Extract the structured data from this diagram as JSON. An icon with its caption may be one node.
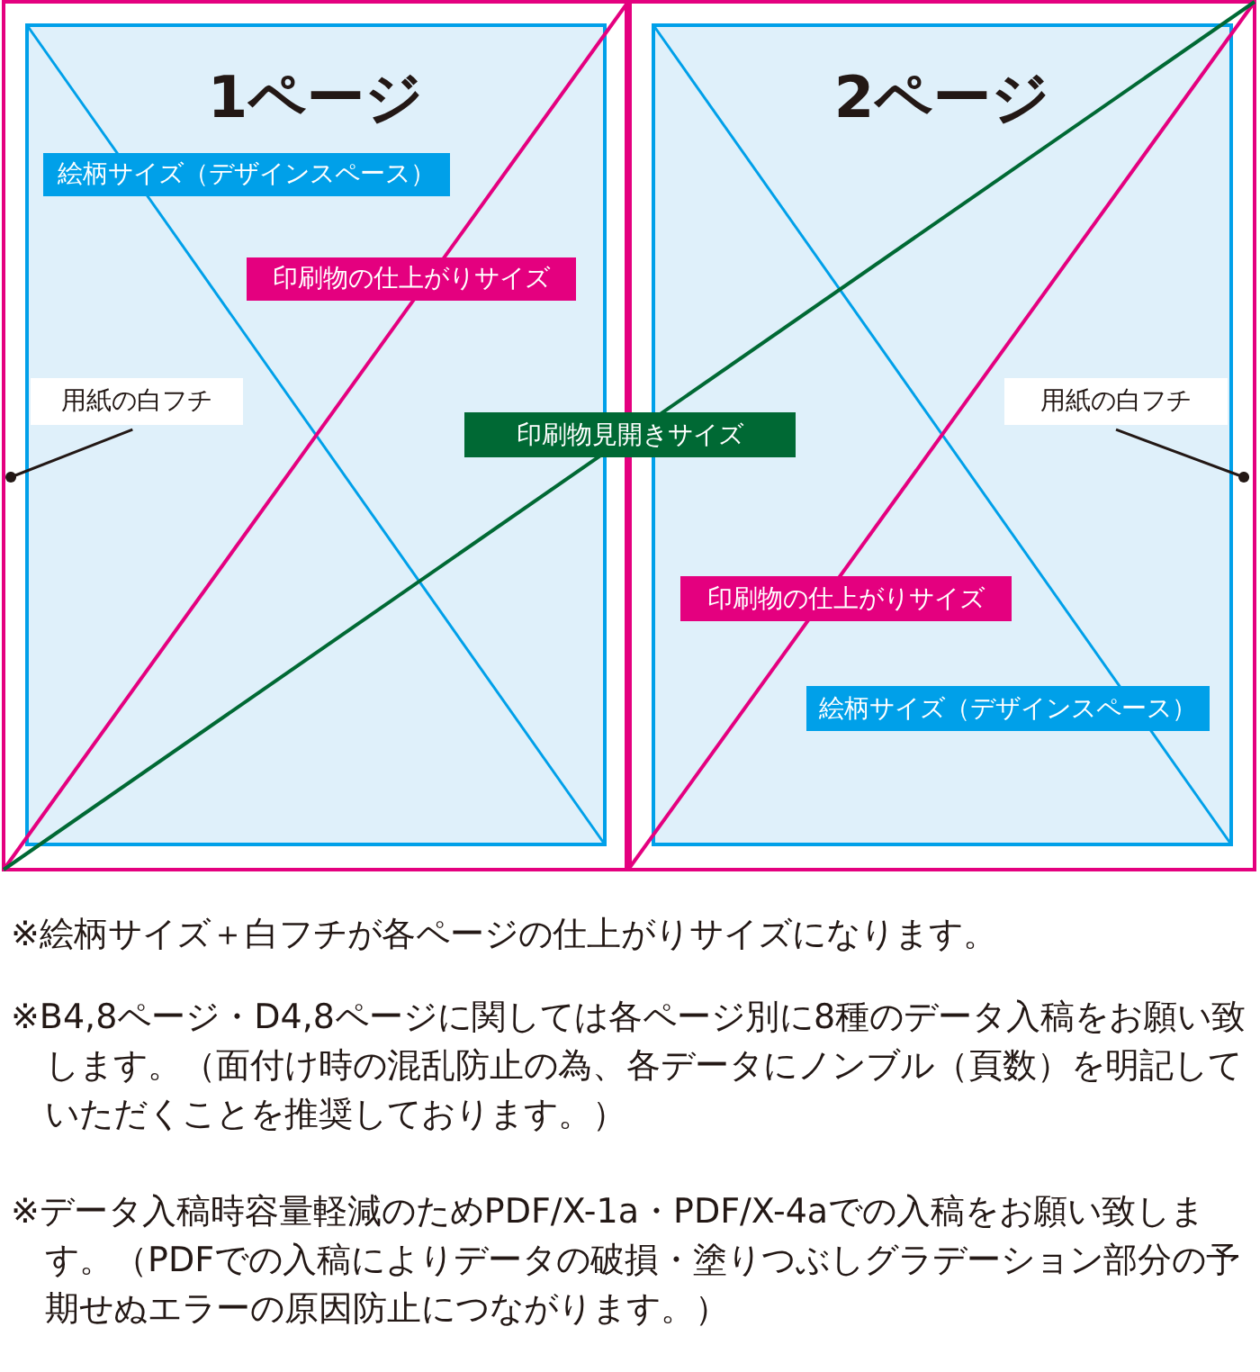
{
  "diagram": {
    "nodes": [
      {
        "text": [],
        "shape": "box"
      },
      {
        "text": [
          "1ページ"
        ],
        "in": 0
      },
      {
        "text": [
          "絵柄サイズ（デザインスペース）"
        ],
        "in": 1
      },
      {
        "text": [
          "印刷物の仕上がりサイズ"
        ],
        "in": 1
      },
      {
        "text": [
          "用紙の白フチ"
        ],
        "in": 1
      },
      {
        "text": [
          "印刷物見開きサイズ"
        ]
      },
      {
        "text": [],
        "shape": "box"
      },
      {
        "text": [
          "2ページ"
        ],
        "in": 6
      },
      {
        "text": [
          "用紙の白フチ"
        ],
        "in": 7
      },
      {
        "text": [
          "印刷物の仕上がりサイズ"
        ],
        "in": 7
      },
      {
        "text": [
          "絵柄サイズ（デザインスペース）"
        ],
        "in": 7
      }
    ],
    "edges": [
      {
        "from": 4,
        "to": 0,
        "arrow": "other"
      },
      {
        "from": 8,
        "to": 6,
        "arrow": "other"
      }
    ],
    "labels": [
      "※絵柄サイズ＋白フチが各ページの仕上がりサイズになります。",
      "※B4,8ページ・D4,8ページに関しては各ページ別に8種のデータ入稿をお願い致します。（面付け時の混乱防止の為、各データにノンブル（頁数）を明記していただくことを推奨しております。）",
      "※データ入稿時容量軽減のためPDF/X-1a・PDF/X-4aでの入稿をお願い致します。（PDFでの入稿によりデータの破損・塗りつぶしグラデーション部分の予期せぬエラーの原因防止につながります。）"
    ]
  }
}
